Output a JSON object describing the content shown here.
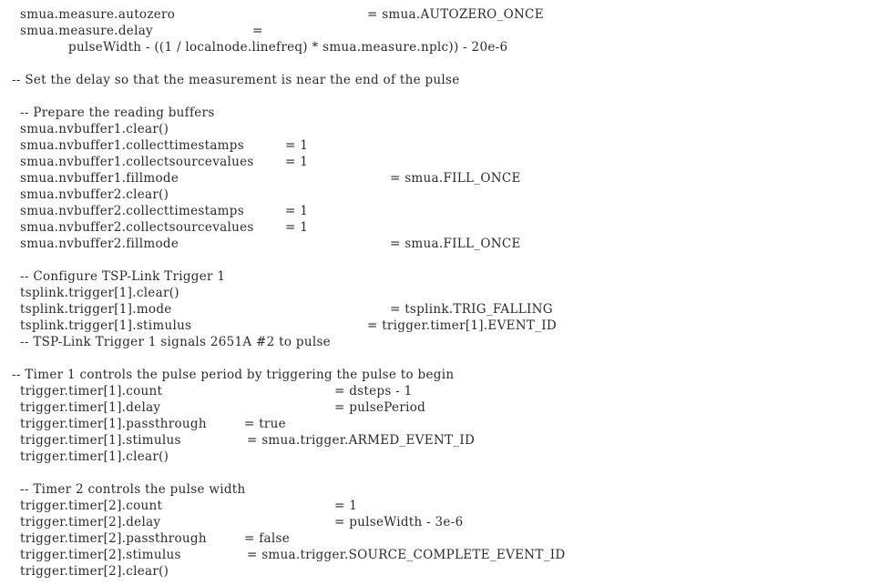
{
  "lines": [
    [
      {
        "t": "smua.measure.autozero"
      },
      {
        "t": "= smua.AUTOZERO_ONCE"
      }
    ],
    [
      {
        "t": "smua.measure.delay"
      },
      {
        "t": "="
      }
    ],
    [
      {
        "t": "pulseWidth - ((1 / localnode.linefreq) * smua.measure.nplc)) - 20e-6"
      }
    ],
    [
      {
        "t": "-- Set the delay so that the measurement is near the end of the pulse"
      }
    ],
    [
      {
        "t": "-- Prepare the reading buffers"
      }
    ],
    [
      {
        "t": "smua.nvbuffer1.clear()"
      }
    ],
    [
      {
        "t": "smua.nvbuffer1.collecttimestamps"
      },
      {
        "t": "= 1"
      }
    ],
    [
      {
        "t": "smua.nvbuffer1.collectsourcevalues"
      },
      {
        "t": "= 1"
      }
    ],
    [
      {
        "t": "smua.nvbuffer1.fillmode"
      },
      {
        "t": "= smua.FILL_ONCE"
      }
    ],
    [
      {
        "t": "smua.nvbuffer2.clear()"
      }
    ],
    [
      {
        "t": "smua.nvbuffer2.collecttimestamps"
      },
      {
        "t": "= 1"
      }
    ],
    [
      {
        "t": "smua.nvbuffer2.collectsourcevalues"
      },
      {
        "t": "= 1"
      }
    ],
    [
      {
        "t": "smua.nvbuffer2.fillmode"
      },
      {
        "t": "= smua.FILL_ONCE"
      }
    ],
    [
      {
        "t": "-- Configure TSP-Link Trigger 1"
      }
    ],
    [
      {
        "t": "tsplink.trigger[1].clear()"
      }
    ],
    [
      {
        "t": "tsplink.trigger[1].mode"
      },
      {
        "t": "= tsplink.TRIG_FALLING"
      }
    ],
    [
      {
        "t": "tsplink.trigger[1].stimulus"
      },
      {
        "t": "= trigger.timer[1].EVENT_ID"
      }
    ],
    [
      {
        "t": "-- TSP-Link Trigger 1 signals 2651A #2 to pulse"
      }
    ],
    [
      {
        "t": "-- Timer 1 controls the pulse period by triggering the pulse to begin"
      }
    ],
    [
      {
        "t": "trigger.timer[1].count"
      },
      {
        "t": "= dsteps - 1"
      }
    ],
    [
      {
        "t": "trigger.timer[1].delay"
      },
      {
        "t": "= pulsePeriod"
      }
    ],
    [
      {
        "t": "trigger.timer[1].passthrough"
      },
      {
        "t": "= true"
      }
    ],
    [
      {
        "t": "trigger.timer[1].stimulus"
      },
      {
        "t": "= smua.trigger.ARMED_EVENT_ID"
      }
    ],
    [
      {
        "t": "trigger.timer[1].clear()"
      }
    ],
    [
      {
        "t": "-- Timer 2 controls the pulse width"
      }
    ],
    [
      {
        "t": "trigger.timer[2].count"
      },
      {
        "t": "= 1"
      }
    ],
    [
      {
        "t": "trigger.timer[2].delay"
      },
      {
        "t": "= pulseWidth - 3e-6"
      }
    ],
    [
      {
        "t": "trigger.timer[2].passthrough"
      },
      {
        "t": "= false"
      }
    ],
    [
      {
        "t": "trigger.timer[2].stimulus"
      },
      {
        "t": "= smua.trigger.SOURCE_COMPLETE_EVENT_ID"
      }
    ],
    [
      {
        "t": "trigger.timer[2].clear()"
      }
    ]
  ]
}
